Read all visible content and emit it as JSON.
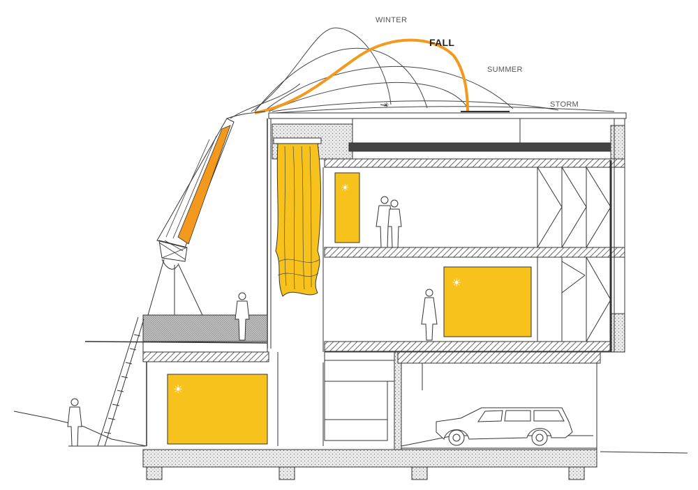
{
  "season_labels": {
    "winter": "WINTER",
    "fall": "FALL",
    "summer": "SUMMER",
    "storm": "STORM"
  },
  "colors": {
    "accent_orange": "#F39A1E",
    "panel_yellow": "#F7C21B",
    "line": "#333333",
    "hatch": "#555555",
    "light_line": "#777777"
  },
  "icons": {
    "sun": "sun-icon",
    "person": "person-silhouette",
    "car": "car-silhouette"
  }
}
